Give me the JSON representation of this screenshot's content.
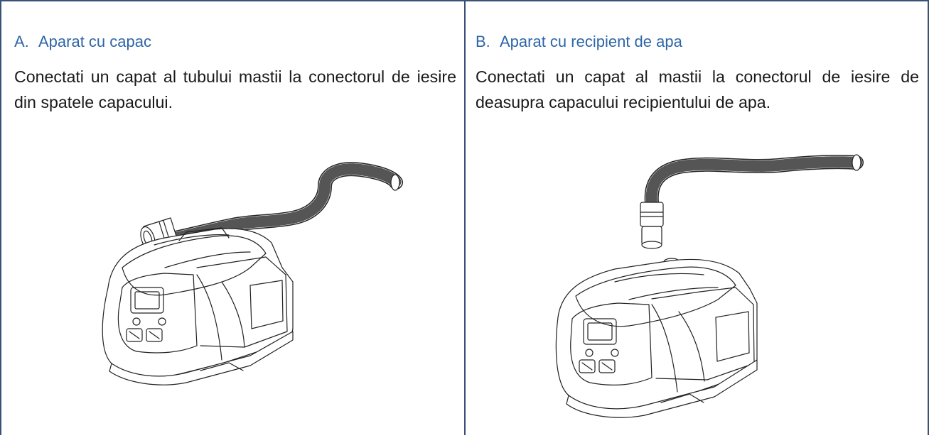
{
  "panels": [
    {
      "letter": "A.",
      "title": "Aparat cu capac",
      "text": "Conectati un capat al tubului mastii la conectorul de iesire din spatele capacului."
    },
    {
      "letter": "B.",
      "title": "Aparat cu recipient de apa",
      "text": "Conectati un capat al mastii la conectorul de iesire de deasupra capacului recipientului de apa."
    }
  ],
  "illustrations": {
    "a": "cpap-device-with-cover-and-hose",
    "b": "cpap-device-with-water-reservoir-and-hose"
  }
}
